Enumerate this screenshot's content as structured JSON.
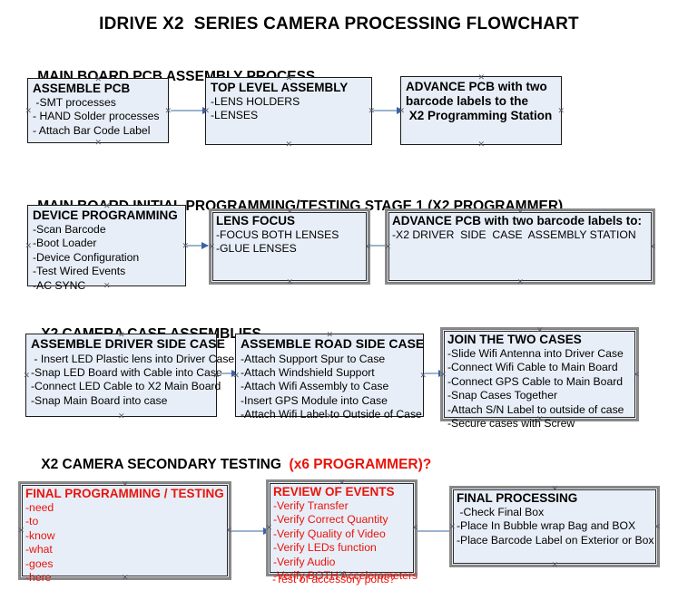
{
  "document": {
    "title": "IDRIVE X2  SERIES CAMERA PROCESSING FLOWCHART"
  },
  "sections": [
    {
      "id": "main-board-pcb-assembly",
      "heading": "MAIN BOARD PCB ASSEMBLY PROCESS",
      "heading_accent": "",
      "nodes": [
        {
          "id": "assemble-pcb",
          "title": "ASSEMBLE PCB",
          "lines": [
            " -SMT processes",
            "- HAND Solder processes",
            "- Attach Bar Code Label"
          ]
        },
        {
          "id": "top-level-assembly",
          "title": "TOP LEVEL ASSEMBLY",
          "lines": [
            "-LENS HOLDERS",
            "-LENSES"
          ]
        },
        {
          "id": "advance-pcb-to-x2-programming-station",
          "title": "ADVANCE PCB with two",
          "lines": [
            "barcode labels to the",
            " X2 Programming Station"
          ]
        }
      ]
    },
    {
      "id": "main-board-initial-programming",
      "heading": "MAIN BOARD INITIAL PROGRAMMING/TESTING STAGE 1 (X2 PROGRAMMER)",
      "heading_accent": "",
      "nodes": [
        {
          "id": "device-programming",
          "title": "DEVICE PROGRAMMING",
          "lines": [
            "-Scan Barcode",
            "-Boot Loader",
            "-Device Configuration",
            "-Test Wired Events",
            "-AC SYNC"
          ]
        },
        {
          "id": "lens-focus",
          "title": "LENS FOCUS",
          "lines": [
            "-FOCUS BOTH LENSES",
            "-GLUE LENSES"
          ]
        },
        {
          "id": "advance-pcb-to-driver-side-case-station",
          "title": "ADVANCE PCB with two barcode labels to:",
          "lines": [
            "-X2 DRIVER  SIDE  CASE  ASSEMBLY STATION"
          ]
        }
      ]
    },
    {
      "id": "x2-camera-case-assemblies",
      "heading": "X2 CAMERA CASE ASSEMBLIES",
      "heading_accent": "",
      "nodes": [
        {
          "id": "assemble-driver-side-case",
          "title": "ASSEMBLE DRIVER SIDE CASE",
          "lines": [
            " - Insert LED Plastic lens into Driver Case",
            "-Snap LED Board with Cable into Case",
            "-Connect LED Cable to X2 Main Board",
            "-Snap Main Board into case"
          ]
        },
        {
          "id": "assemble-road-side-case",
          "title": "ASSEMBLE ROAD SIDE CASE",
          "lines": [
            "-Attach Support Spur to Case",
            "-Attach Windshield Support",
            "-Attach Wifi Assembly to Case",
            "-Insert GPS Module into Case",
            "-Attach Wifi Label to Outside of Case"
          ]
        },
        {
          "id": "join-the-two-cases",
          "title": "JOIN THE TWO CASES",
          "lines": [
            "-Slide Wifi Antenna into Driver Case",
            "-Connect Wifi Cable to Main Board",
            "-Connect GPS Cable to Main Board",
            "-Snap Cases Together",
            "-Attach S/N Label to outside of case",
            "-Secure cases with Screw"
          ]
        }
      ]
    },
    {
      "id": "x2-camera-secondary-testing",
      "heading": "X2 CAMERA SECONDARY TESTING  ",
      "heading_accent": "(x6 PROGRAMMER)?",
      "nodes": [
        {
          "id": "final-programming-testing",
          "title": "FINAL PROGRAMMING / TESTING",
          "lines": [
            "-need",
            "-to",
            "-know",
            "-what",
            "-goes",
            "-here"
          ]
        },
        {
          "id": "review-of-events",
          "title": "REVIEW OF EVENTS",
          "lines": [
            "-Verify Transfer",
            "-Verify Correct Quantity",
            "-Verify Quality of Video",
            "-Verify LEDs function",
            "-Verify Audio",
            "-Verify BOTH Accelerometers"
          ],
          "overflow_line": "-Test of accessory ports?"
        },
        {
          "id": "final-processing",
          "title": "FINAL PROCESSING",
          "lines": [
            " -Check Final Box",
            "-Place In Bubble wrap Bag and BOX",
            "-Place Barcode Label on Exterior or Box"
          ]
        }
      ]
    }
  ],
  "colors": {
    "node_fill": "#e8eef7",
    "node_border": "#1a1a1a",
    "connector": "#9bb4cc",
    "arrowhead": "#3b63a8",
    "accent_red": "#e8140c",
    "text": "#000000"
  }
}
